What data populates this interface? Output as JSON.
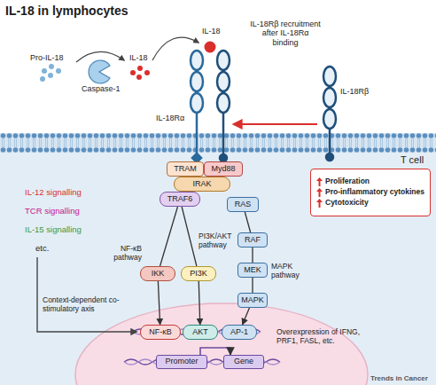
{
  "diagram": {
    "title": "IL-18 in lymphocytes",
    "nodes": [
      {
        "text": [
          "TRAM"
        ]
      },
      {
        "text": [
          "Myd88"
        ]
      },
      {
        "text": [
          "IRAK"
        ]
      },
      {
        "text": [
          "TRAF6"
        ]
      },
      {
        "text": [
          "RAS"
        ]
      },
      {
        "text": [
          "RAF"
        ]
      },
      {
        "text": [
          "MEK"
        ]
      },
      {
        "text": [
          "MAPK"
        ]
      },
      {
        "text": [
          "IKK"
        ]
      },
      {
        "text": [
          "PI3K"
        ]
      },
      {
        "text": [
          "NF-κB"
        ]
      },
      {
        "text": [
          "AKT"
        ]
      },
      {
        "text": [
          "AP-1"
        ]
      },
      {
        "text": [
          "Promoter"
        ]
      },
      {
        "text": [
          "Gene"
        ]
      },
      {
        "text": [
          "Proliferation",
          "Pro-inflammatory cytokines",
          "Cytotoxicity"
        ]
      }
    ],
    "edges": [
      {
        "from": 3,
        "to": 8,
        "arrow": "none"
      },
      {
        "from": 3,
        "to": 9,
        "arrow": "none"
      },
      {
        "from": 8,
        "to": 10,
        "arrow": "to"
      },
      {
        "from": 9,
        "to": 11,
        "arrow": "to"
      },
      {
        "from": 4,
        "to": 5,
        "arrow": "none"
      },
      {
        "from": 5,
        "to": 6,
        "arrow": "none"
      },
      {
        "from": 6,
        "to": 7,
        "arrow": "none"
      },
      {
        "from": 7,
        "to": 12,
        "arrow": "to"
      },
      {
        "from": 13,
        "to": 14,
        "arrow": "to"
      }
    ],
    "labels": [
      "Pro-IL-18",
      "Caspase-1",
      "IL-18",
      "IL-18",
      "IL-18Rα",
      "IL-18Rβ recruitment after IL-18Rα binding",
      "IL-18Rβ",
      "T cell",
      "IL-12 signalling",
      "TCR signalling",
      "IL-15 signalling",
      "etc.",
      "NF-κB pathway",
      "PI3K/AKT pathway",
      "MAPK pathway",
      "Context-dependent co-stimulatory axis",
      "Overexpression of IFNG, PRF1, FASL, etc.",
      "Trends in Cancer"
    ]
  }
}
